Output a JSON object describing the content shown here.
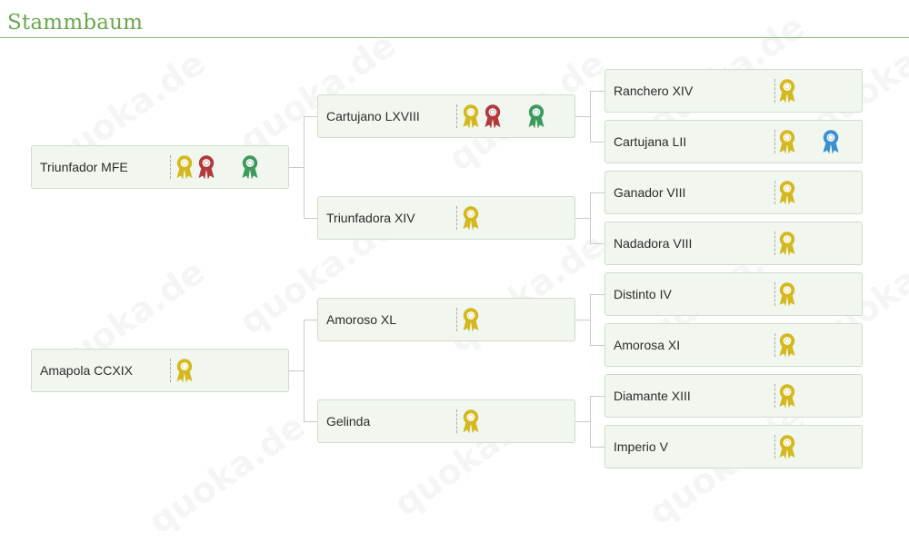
{
  "page": {
    "title": "Stammbaum",
    "watermark": "quoka.de"
  },
  "colors": {
    "accent": "#6aa84f",
    "award_gold": "#d4b81f",
    "award_red": "#b23a3a",
    "award_green": "#3e9a5c",
    "award_blue": "#3a8fd0"
  },
  "pedigree": {
    "gen1": [
      {
        "name": "Triunfador MFE",
        "awards": [
          "gold",
          "red",
          "green"
        ]
      },
      {
        "name": "Amapola CCXIX",
        "awards": [
          "gold"
        ]
      }
    ],
    "gen2": [
      {
        "name": "Cartujano LXVIII",
        "awards": [
          "gold",
          "red",
          "green"
        ]
      },
      {
        "name": "Triunfadora XIV",
        "awards": [
          "gold"
        ]
      },
      {
        "name": "Amoroso XL",
        "awards": [
          "gold"
        ]
      },
      {
        "name": "Gelinda",
        "awards": [
          "gold"
        ]
      }
    ],
    "gen3": [
      {
        "name": "Ranchero XIV",
        "awards": [
          "gold"
        ]
      },
      {
        "name": "Cartujana LII",
        "awards": [
          "gold",
          "blue"
        ]
      },
      {
        "name": "Ganador VIII",
        "awards": [
          "gold"
        ]
      },
      {
        "name": "Nadadora VIII",
        "awards": [
          "gold"
        ]
      },
      {
        "name": "Distinto IV",
        "awards": [
          "gold"
        ]
      },
      {
        "name": "Amorosa XI",
        "awards": [
          "gold"
        ]
      },
      {
        "name": "Diamante XIII",
        "awards": [
          "gold"
        ]
      },
      {
        "name": "Imperio V",
        "awards": [
          "gold"
        ]
      }
    ]
  }
}
